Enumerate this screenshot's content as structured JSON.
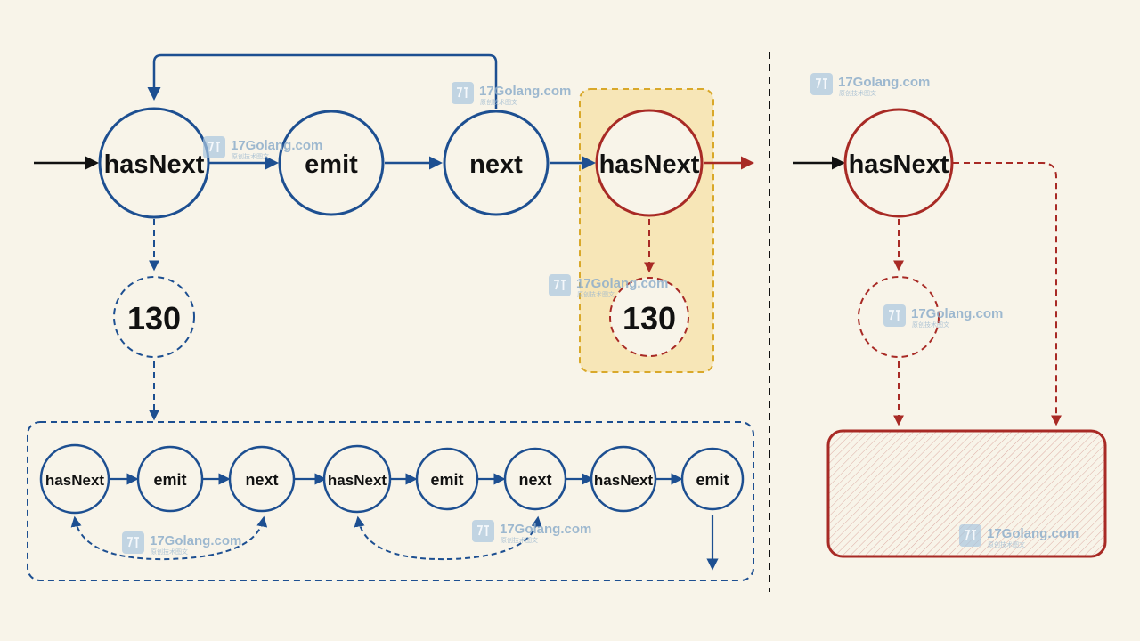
{
  "colors": {
    "background": "#f8f4e9",
    "blue": "#1d4f91",
    "red": "#a82a25",
    "yellow_fill": "#f7e2a6",
    "yellow_border": "#d9a82a",
    "black": "#111111",
    "watermark": "#8eaecb"
  },
  "left_flow": {
    "main_nodes": [
      "hasNext",
      "emit",
      "next"
    ],
    "value_node": "130",
    "loop_nodes": [
      "hasNext",
      "emit",
      "next",
      "hasNext",
      "emit",
      "next",
      "hasNext",
      "emit"
    ]
  },
  "highlight": {
    "node": "hasNext",
    "value_node": "130"
  },
  "right_flow": {
    "node": "hasNext"
  },
  "watermark": {
    "site": "17Golang.com",
    "sub": "原创技术图文"
  }
}
